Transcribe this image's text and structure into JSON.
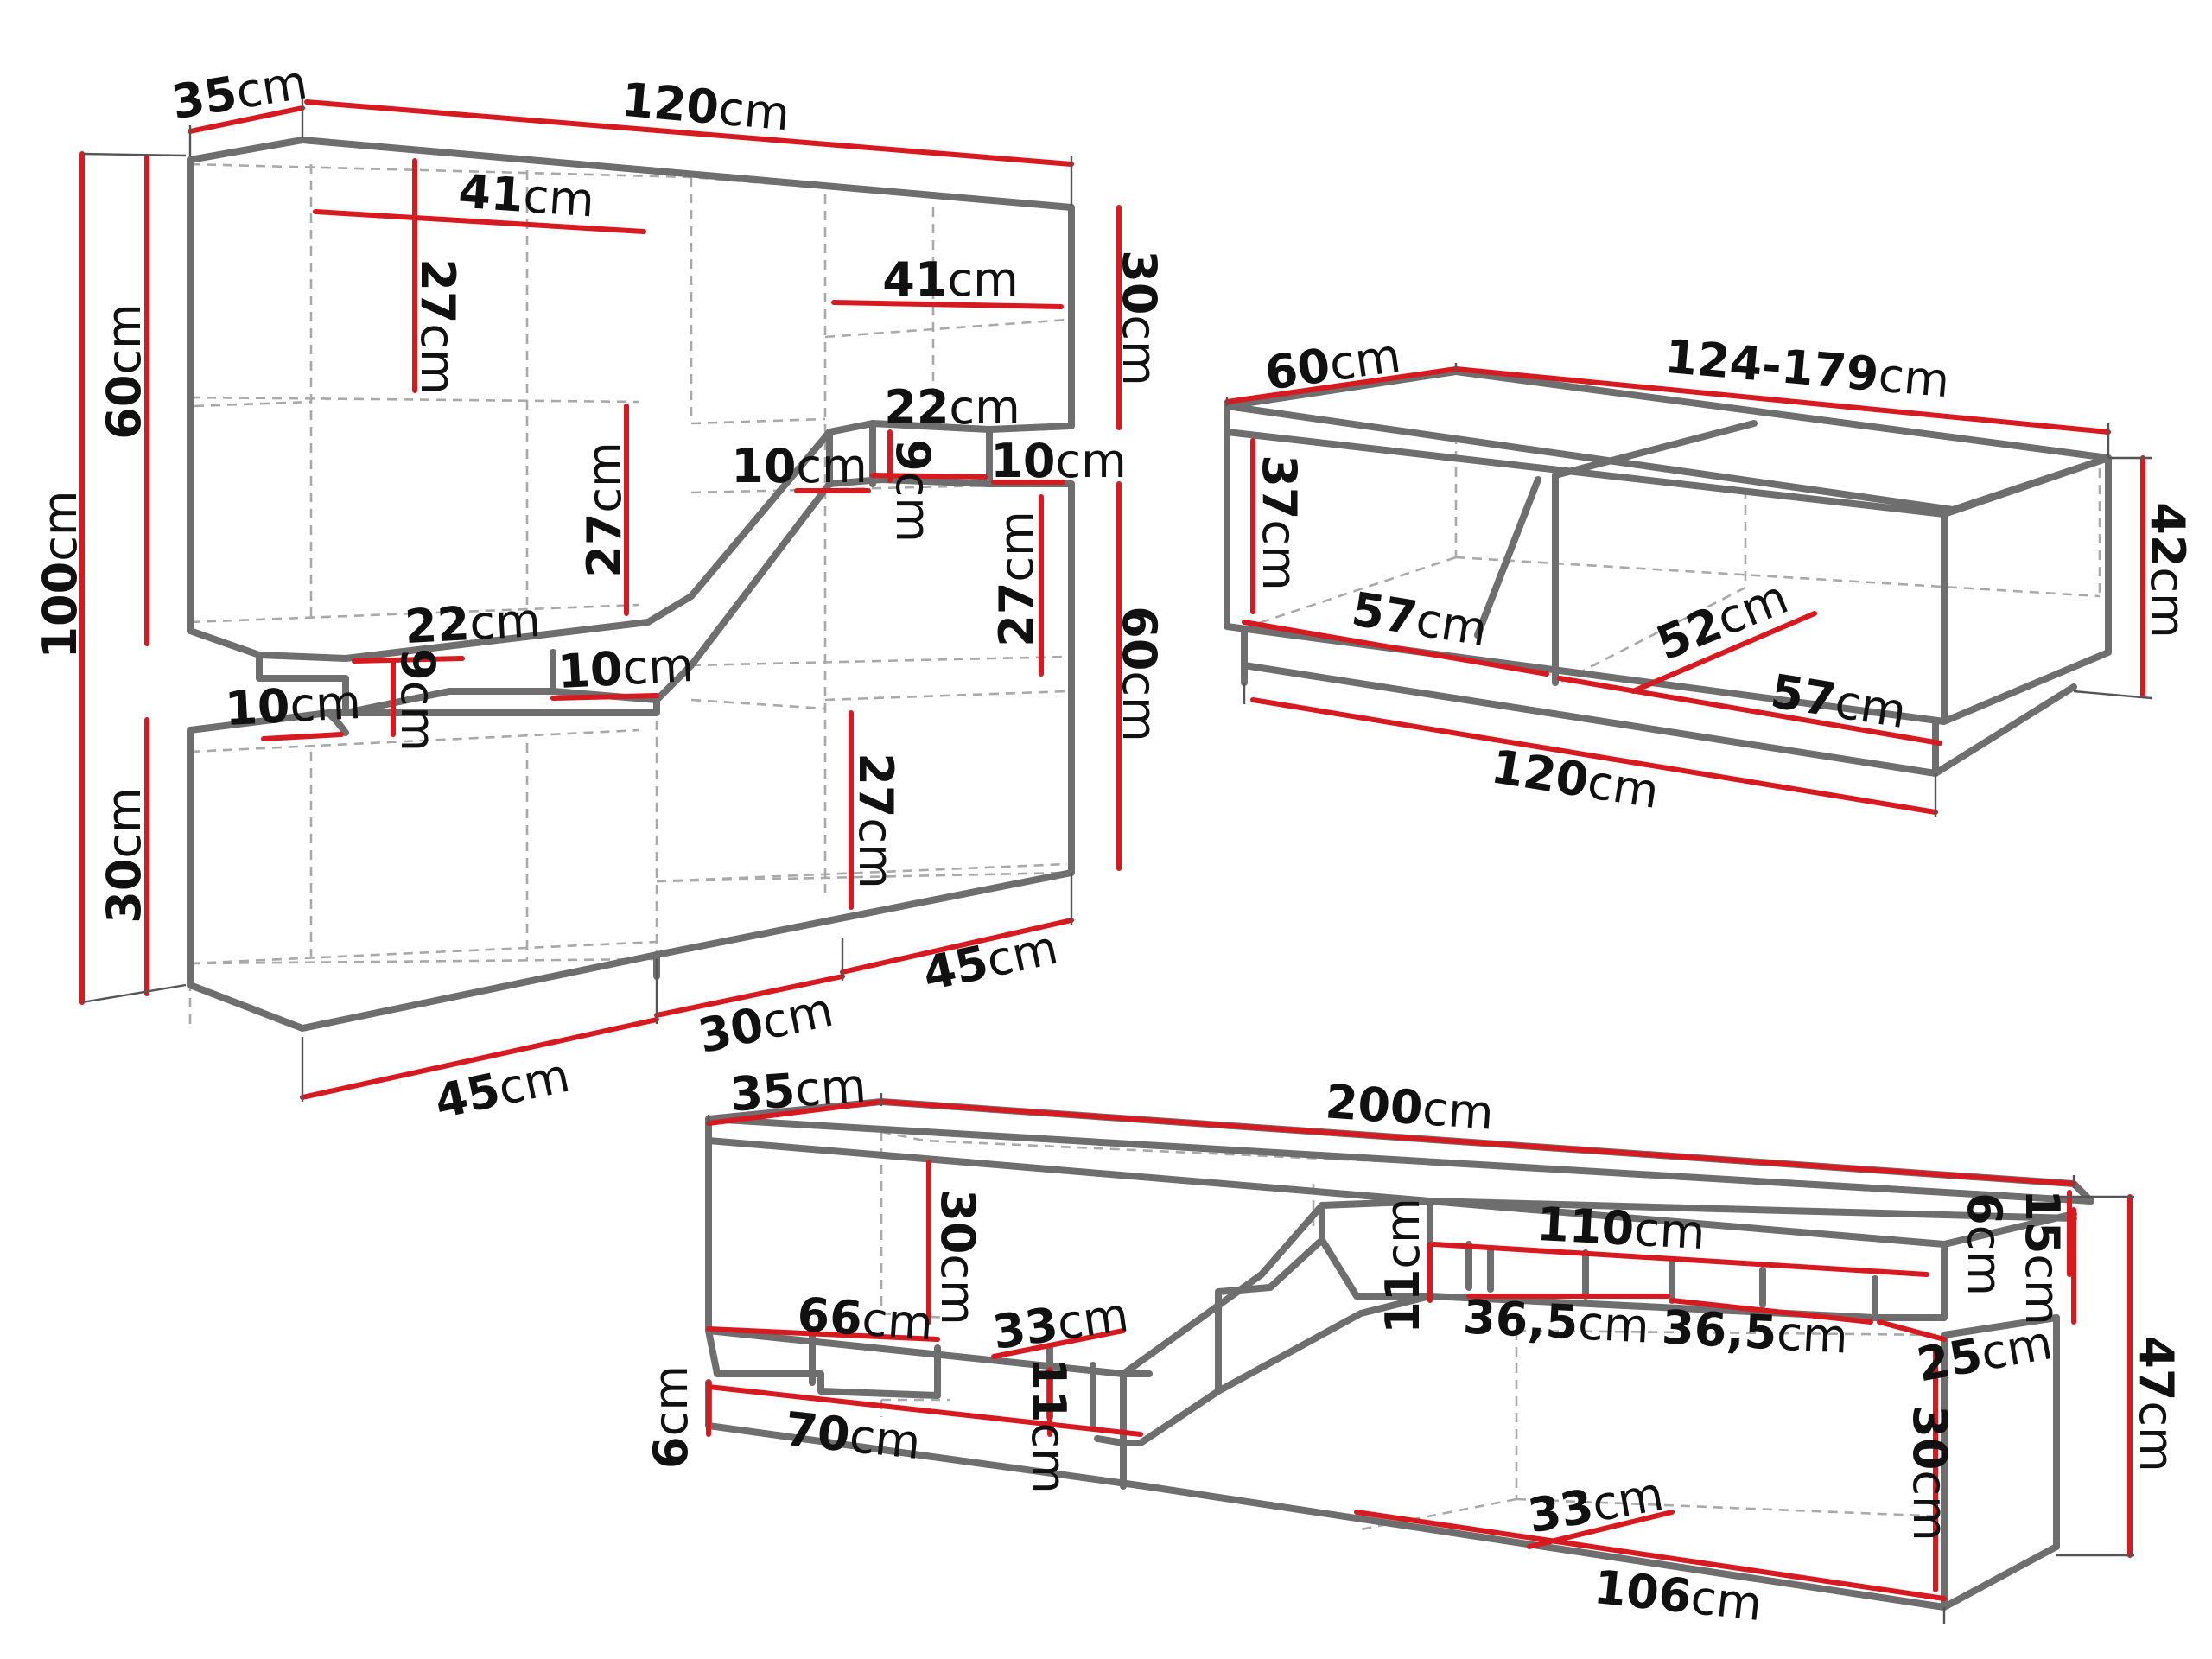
{
  "unit": "cm",
  "colors": {
    "edge": "#6e6e6e",
    "hidden": "#a9a9a9",
    "dimension": "#d71920",
    "text": "#111111"
  },
  "shelf_unit": {
    "depth": "35",
    "width": "120",
    "total_height": "100",
    "upper_height": "60",
    "lower_height": "30",
    "top_right_height": "30",
    "right_height": "60",
    "cell_top_left_width": "41",
    "cell_top_left_height": "27",
    "cell_mid_left_height": "27",
    "cell_top_right_width": "41",
    "step_width_top": "22",
    "step_width_left": "22",
    "gap_left_top": "10",
    "gap_right_top": "10",
    "gap_left_bottom": "10",
    "gap_mid_bottom": "10",
    "step_height_top": "9",
    "step_height_left": "9",
    "cell_right_height": "27",
    "cell_bottom_height": "27",
    "bottom_left": "45",
    "bottom_mid": "30",
    "bottom_right": "45"
  },
  "coffee_table": {
    "depth": "60",
    "width_extendable": "124-179",
    "width": "120",
    "height": "42",
    "inner_height": "37",
    "drawer_left": "57",
    "drawer_depth": "52",
    "drawer_right": "57"
  },
  "tv_stand": {
    "depth": "35",
    "width": "200",
    "upper_height": "30",
    "top_thickness": "6",
    "right_height": "15",
    "total_height": "47",
    "shelf_width": "110",
    "shelf_height_a": "11",
    "shelf_height_b": "11",
    "left_top_width": "66",
    "left_inner_width": "33",
    "split_left": "36,5",
    "split_right": "36,5",
    "right_depth": "25",
    "base_thickness": "6",
    "left_bottom_width": "70",
    "right_inner_height": "30",
    "bottom_inner_width": "33",
    "bottom_width": "106"
  }
}
